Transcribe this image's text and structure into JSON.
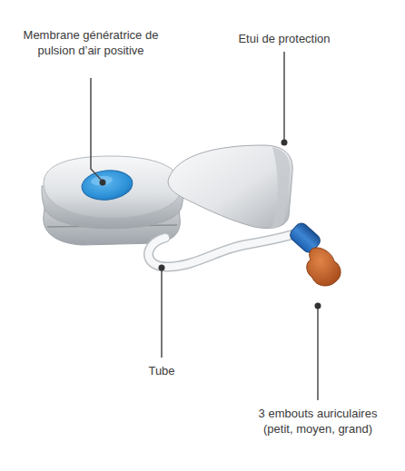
{
  "diagram": {
    "labels": [
      "Membrane génératrice de pulsion d’air positive",
      "Etui de protection",
      "Tube",
      "3 embouts auriculaires (petit, moyen, grand)"
    ]
  }
}
